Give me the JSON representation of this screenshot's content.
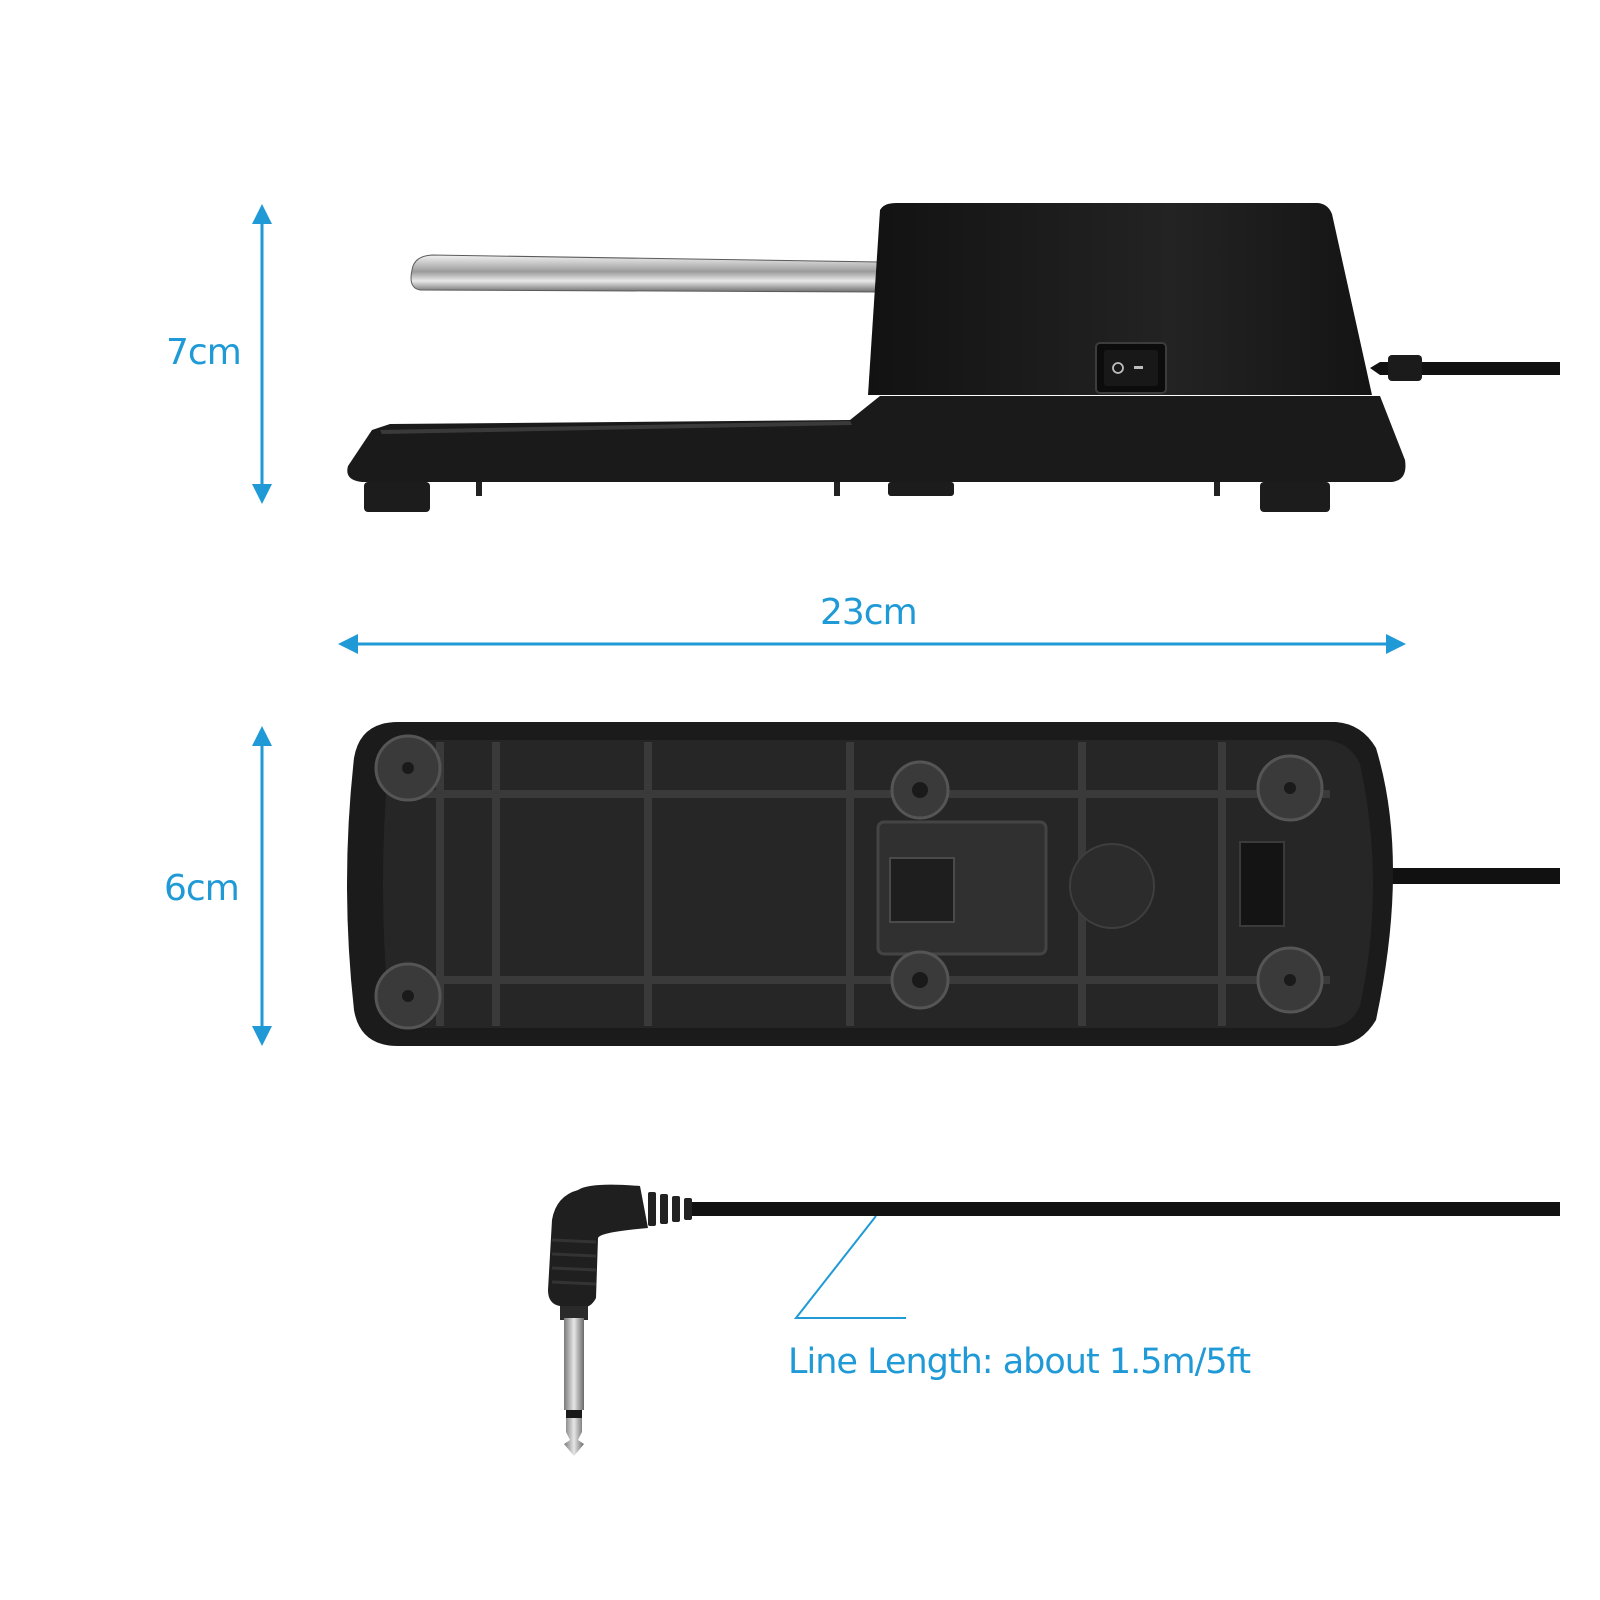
{
  "dimensions": {
    "height": "7cm",
    "length": "23cm",
    "width": "6cm"
  },
  "cable": {
    "length_text": "Line Length: about 1.5m/5ft"
  },
  "switch": {
    "off_symbol": "O",
    "on_symbol": "I"
  },
  "colors": {
    "accent": "#1f9ad6",
    "pedal_body": "#1a1a1a",
    "chrome": "#c9c9c9",
    "background": "#ffffff"
  }
}
